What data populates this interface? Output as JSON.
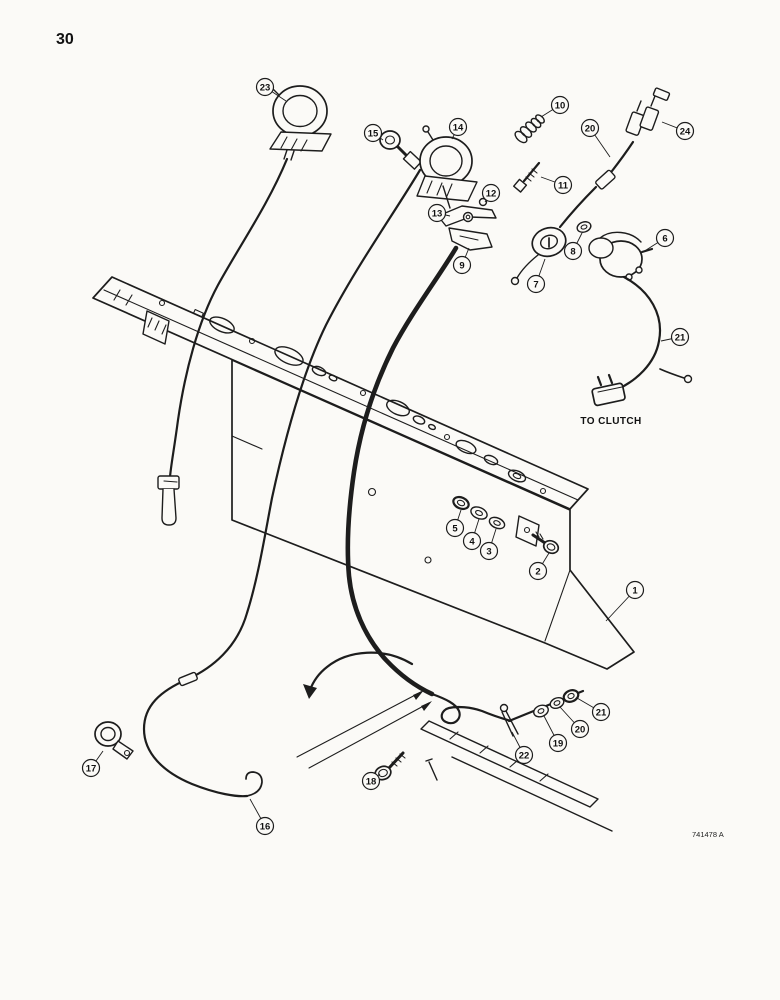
{
  "page": {
    "number": "30",
    "doc_ref": "741478 A"
  },
  "labels": {
    "to_clutch": "TO CLUTCH"
  },
  "callouts": [
    {
      "label": "23"
    },
    {
      "label": "15"
    },
    {
      "label": "14"
    },
    {
      "label": "10"
    },
    {
      "label": "20"
    },
    {
      "label": "24"
    },
    {
      "label": "11"
    },
    {
      "label": "13"
    },
    {
      "label": "12"
    },
    {
      "label": "9"
    },
    {
      "label": "7"
    },
    {
      "label": "8"
    },
    {
      "label": "6"
    },
    {
      "label": "21"
    },
    {
      "label": "5"
    },
    {
      "label": "4"
    },
    {
      "label": "3"
    },
    {
      "label": "2"
    },
    {
      "label": "1"
    },
    {
      "label": "21"
    },
    {
      "label": "20"
    },
    {
      "label": "19"
    },
    {
      "label": "22"
    },
    {
      "label": "18"
    },
    {
      "label": "17"
    },
    {
      "label": "16"
    }
  ],
  "colors": {
    "ink": "#1d1d1d",
    "paper": "#fbfaf7"
  }
}
